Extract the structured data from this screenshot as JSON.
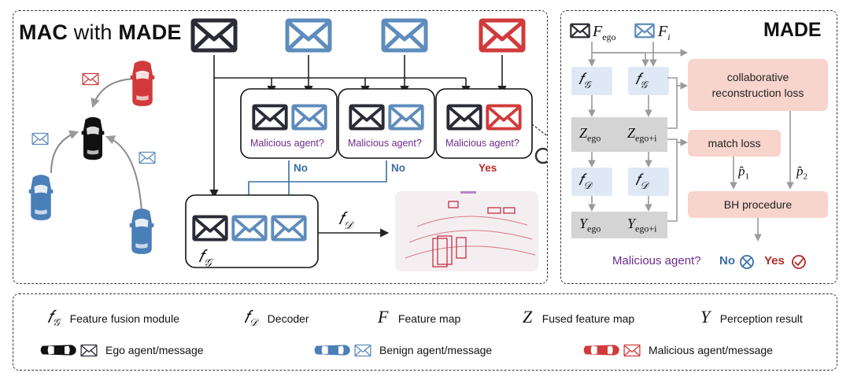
{
  "colors": {
    "ego": "#2b2b36",
    "benign": "#5e8cbc",
    "malicious": "#d13b3b",
    "purple": "#6b2d8f",
    "no_blue": "#3a6ea5",
    "yes_red": "#b52b27",
    "pink_box": "#f7d4cc",
    "blue_box": "#dfe9f6",
    "grey_box": "#d4d4d4"
  },
  "left": {
    "title_mac": "MAC",
    "title_with": "with",
    "title_made": "MADE",
    "malicious_question": "Malicious agent?",
    "answers": [
      "No",
      "No",
      "Yes"
    ],
    "decoder_symbol": "𝑓",
    "decoder_sub": "𝒟",
    "fusion_symbol": "𝑓",
    "fusion_sub": "𝒢"
  },
  "right": {
    "title": "MADE",
    "input_ego_F": "F",
    "input_ego_sub": "ego",
    "input_i_F": "F",
    "input_i_sub": "i",
    "f_G": "𝑓",
    "G": "𝒢",
    "f_D": "𝑓",
    "D": "𝒟",
    "Z": "Z",
    "Z_ego_sub": "ego",
    "Z_egoi_sub": "ego+i",
    "Y": "Y",
    "Y_ego_sub": "ego",
    "Y_egoi_sub": "ego+i",
    "collab_loss": "collaborative reconstruction loss",
    "match_loss": "match loss",
    "bh": "BH procedure",
    "p1_hat": "p̂",
    "p1_sub": "1",
    "p2_hat": "p̂",
    "p2_sub": "2",
    "question": "Malicious agent?",
    "no": "No",
    "yes": "Yes"
  },
  "legend": {
    "row1": [
      {
        "sym": "𝑓",
        "sub": "𝒢",
        "text": "Feature fusion module"
      },
      {
        "sym": "𝑓",
        "sub": "𝒟",
        "text": "Decoder"
      },
      {
        "sym": "F",
        "sub": "",
        "text": "Feature map"
      },
      {
        "sym": "Z",
        "sub": "",
        "text": "Fused feature map"
      },
      {
        "sym": "Y",
        "sub": "",
        "text": "Perception result"
      }
    ],
    "row2": [
      {
        "kind": "ego",
        "text": "Ego agent/message"
      },
      {
        "kind": "benign",
        "text": "Benign agent/message"
      },
      {
        "kind": "malicious",
        "text": "Malicious agent/message"
      }
    ]
  }
}
